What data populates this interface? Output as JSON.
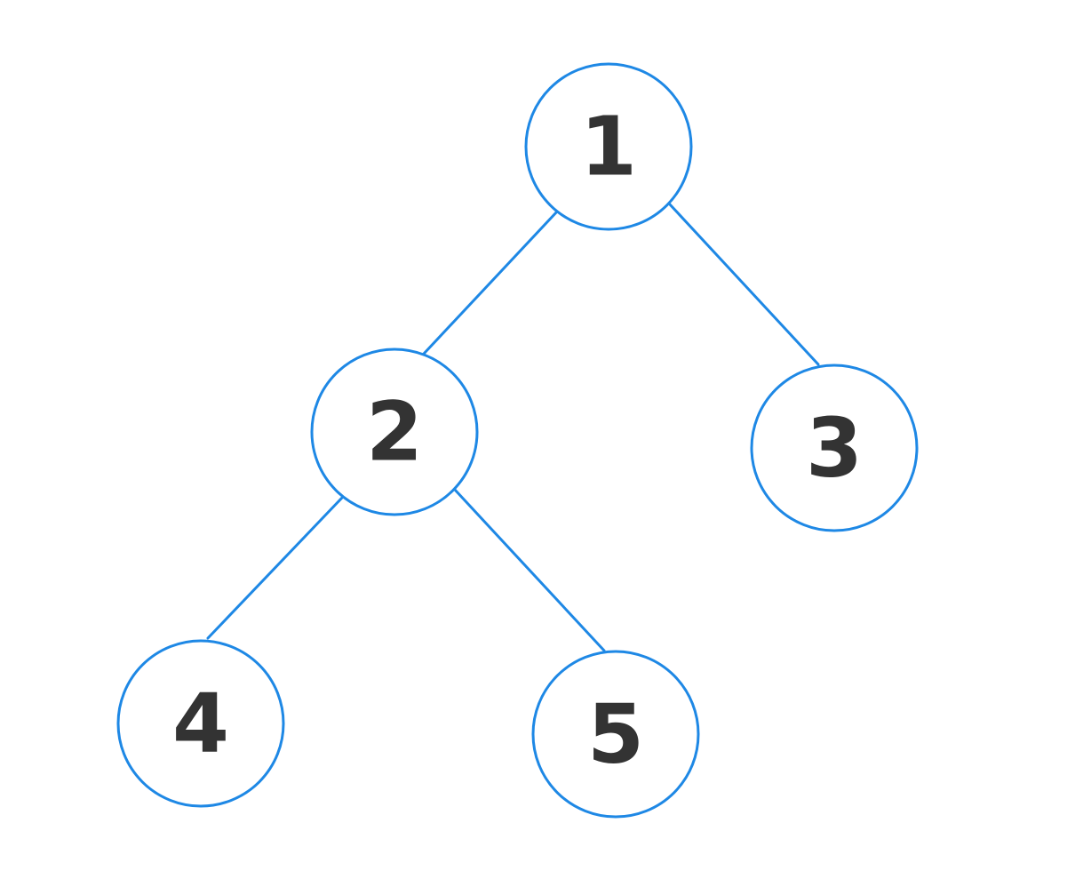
{
  "diagram": {
    "type": "binary-tree",
    "colors": {
      "stroke": "#1e88e5",
      "label": "#333333",
      "background": "#ffffff"
    },
    "nodes": [
      {
        "id": "n1",
        "label": "1"
      },
      {
        "id": "n2",
        "label": "2"
      },
      {
        "id": "n3",
        "label": "3"
      },
      {
        "id": "n4",
        "label": "4"
      },
      {
        "id": "n5",
        "label": "5"
      }
    ],
    "edges": [
      {
        "from": "n1",
        "to": "n2"
      },
      {
        "from": "n1",
        "to": "n3"
      },
      {
        "from": "n2",
        "to": "n4"
      },
      {
        "from": "n2",
        "to": "n5"
      }
    ]
  }
}
